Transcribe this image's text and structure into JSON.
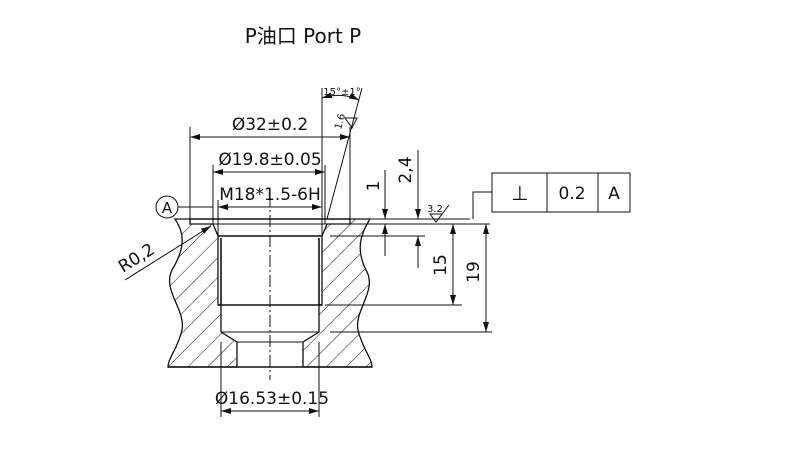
{
  "title": "P油口 Port P",
  "dimensions": {
    "d32": "Ø32±0.2",
    "d19_8": "Ø19.8±0.05",
    "thread": "M18*1.5-6H",
    "d16_53": "Ø16.53±0.15",
    "angle": "15°±1°",
    "depth_1": "1",
    "depth_2_4": "2,4",
    "depth_15": "15",
    "depth_19": "19",
    "radius": "R0,2"
  },
  "roughness": {
    "chamfer": "1.6",
    "face": "3.2"
  },
  "datum": {
    "label": "A"
  },
  "tolerance_frame": {
    "symbol": "⊥",
    "value": "0.2",
    "datum": "A"
  }
}
